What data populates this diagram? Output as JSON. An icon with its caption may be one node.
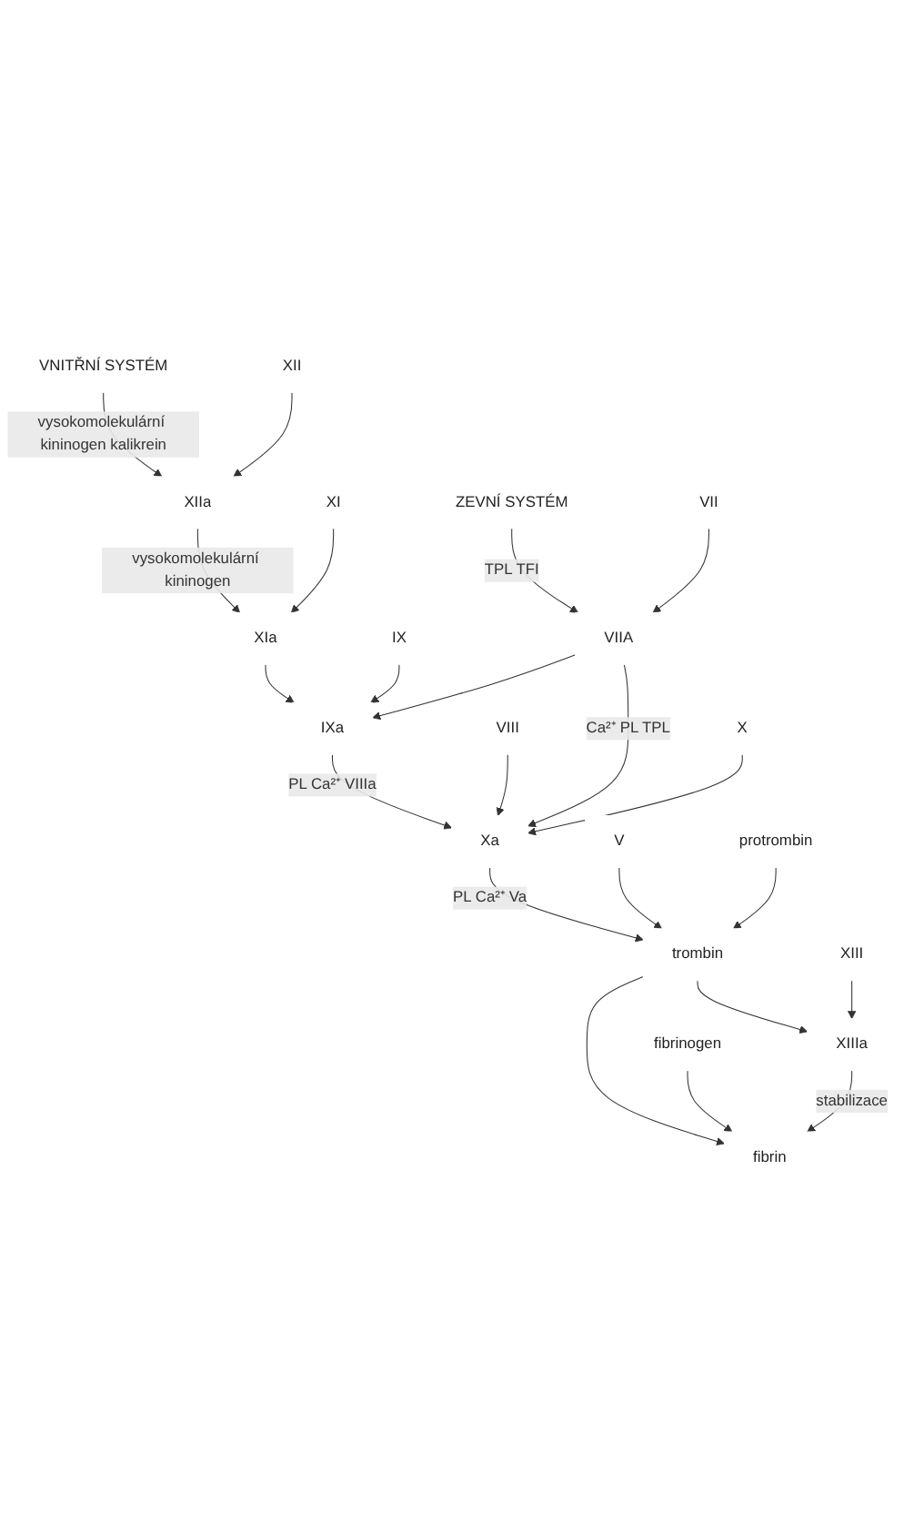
{
  "diagram": {
    "nodes": [
      {
        "text": [
          "VNITŘNÍ SYSTÉM"
        ]
      },
      {
        "text": [
          "XII"
        ]
      },
      {
        "text": [
          "XIIa"
        ]
      },
      {
        "text": [
          "XI"
        ]
      },
      {
        "text": [
          "XIa"
        ]
      },
      {
        "text": [
          "ZEVNÍ SYSTÉM"
        ]
      },
      {
        "text": [
          "IX"
        ]
      },
      {
        "text": [
          "IXa"
        ]
      },
      {
        "text": [
          "VIIA"
        ]
      },
      {
        "text": [
          "VII"
        ]
      },
      {
        "text": [
          "VIII"
        ]
      },
      {
        "text": [
          "X"
        ]
      },
      {
        "text": [
          "Xa"
        ]
      },
      {
        "text": [
          "V"
        ]
      },
      {
        "text": [
          "protrombin"
        ]
      },
      {
        "text": [
          "trombin"
        ]
      },
      {
        "text": [
          "fibrinogen"
        ]
      },
      {
        "text": [
          "fibrin"
        ]
      },
      {
        "text": [
          "XIII"
        ]
      },
      {
        "text": [
          "XIIIa"
        ]
      }
    ],
    "edges": [
      {
        "from": 0,
        "to": 2,
        "arrow": "to",
        "label": "vysokomolekulární kininogen kalikrein"
      },
      {
        "from": 1,
        "to": 2,
        "arrow": "to"
      },
      {
        "from": 2,
        "to": 4,
        "arrow": "to",
        "label": "vysokomolekulární kininogen"
      },
      {
        "from": 3,
        "to": 4,
        "arrow": "to"
      },
      {
        "from": 4,
        "to": 7,
        "arrow": "to"
      },
      {
        "from": 6,
        "to": 7,
        "arrow": "to"
      },
      {
        "from": 5,
        "to": 8,
        "arrow": "to",
        "label": "TPL TFI"
      },
      {
        "from": 9,
        "to": 8,
        "arrow": "to"
      },
      {
        "from": 8,
        "to": 7,
        "arrow": "to"
      },
      {
        "from": 7,
        "to": 12,
        "arrow": "to",
        "label": "PL Ca²⁺ VIIIa"
      },
      {
        "from": 10,
        "to": 12,
        "arrow": "to"
      },
      {
        "from": 8,
        "to": 12,
        "arrow": "to",
        "label": "Ca²⁺ PL TPL"
      },
      {
        "from": 11,
        "to": 12,
        "arrow": "to"
      },
      {
        "from": 12,
        "to": 15,
        "arrow": "to",
        "label": "PL Ca²⁺ Va"
      },
      {
        "from": 13,
        "to": 15,
        "arrow": "to"
      },
      {
        "from": 14,
        "to": 15,
        "arrow": "to"
      },
      {
        "from": 15,
        "to": 17,
        "arrow": "to"
      },
      {
        "from": 16,
        "to": 17,
        "arrow": "to"
      },
      {
        "from": 15,
        "to": 19,
        "arrow": "to"
      },
      {
        "from": 18,
        "to": 19,
        "arrow": "to"
      },
      {
        "from": 19,
        "to": 17,
        "arrow": "to",
        "label": "stabilizace"
      }
    ]
  }
}
